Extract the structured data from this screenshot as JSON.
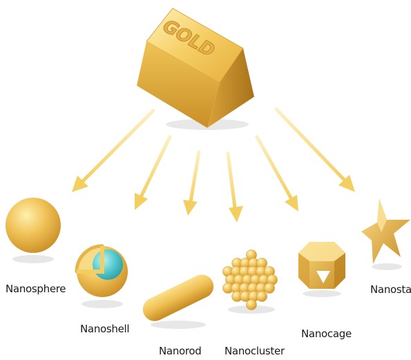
{
  "bar": {
    "stamp_text": "GOLD"
  },
  "shapes": [
    {
      "id": "nanosphere",
      "label": "Nanosphere"
    },
    {
      "id": "nanoshell",
      "label": "Nanoshell"
    },
    {
      "id": "nanorod",
      "label": "Nanorod"
    },
    {
      "id": "nanocluster",
      "label": "Nanocluster"
    },
    {
      "id": "nanocage",
      "label": "Nanocage"
    },
    {
      "id": "nanostar",
      "label": "Nanostar"
    }
  ],
  "colors": {
    "gold_light": "#fbe38a",
    "gold_mid": "#e9b84a",
    "gold_dark": "#b8801e",
    "arrow": "#f6d774",
    "shell_core": "#4cc3c9"
  }
}
